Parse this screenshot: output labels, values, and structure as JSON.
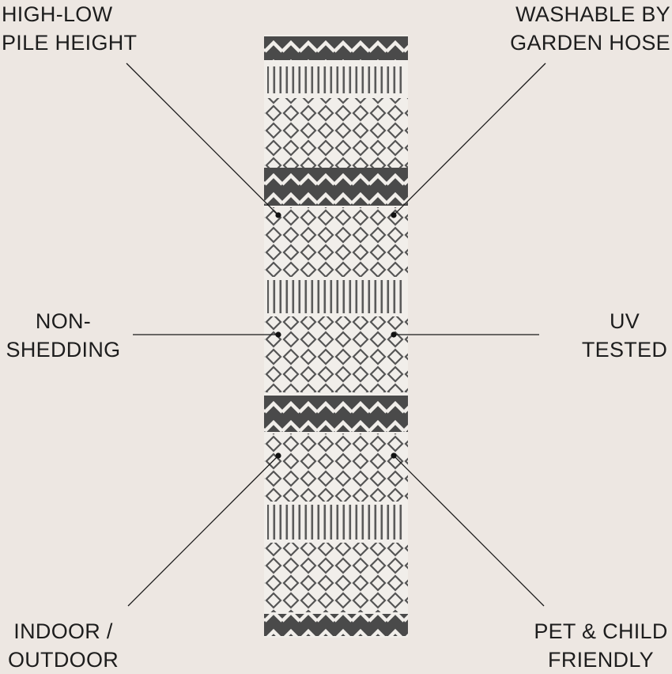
{
  "features": {
    "top_left": {
      "line1": "HIGH-LOW",
      "line2": "PILE HEIGHT"
    },
    "top_right": {
      "line1": "WASHABLE BY",
      "line2": "GARDEN HOSE"
    },
    "middle_left": {
      "line1": "NON-",
      "line2": "SHEDDING"
    },
    "middle_right": {
      "line1": "UV",
      "line2": "TESTED"
    },
    "bottom_left": {
      "line1": "INDOOR /",
      "line2": "OUTDOOR"
    },
    "bottom_right": {
      "line1": "PET & CHILD",
      "line2": "FRIENDLY"
    }
  },
  "colors": {
    "background": "#ede7e2",
    "rug_cream": "#f1eeea",
    "rug_charcoal": "#4a4a4a",
    "text": "#1d1d1d",
    "callout_line": "#1a1a1a"
  },
  "icons": {
    "rug": "geometric-runner-rug"
  }
}
